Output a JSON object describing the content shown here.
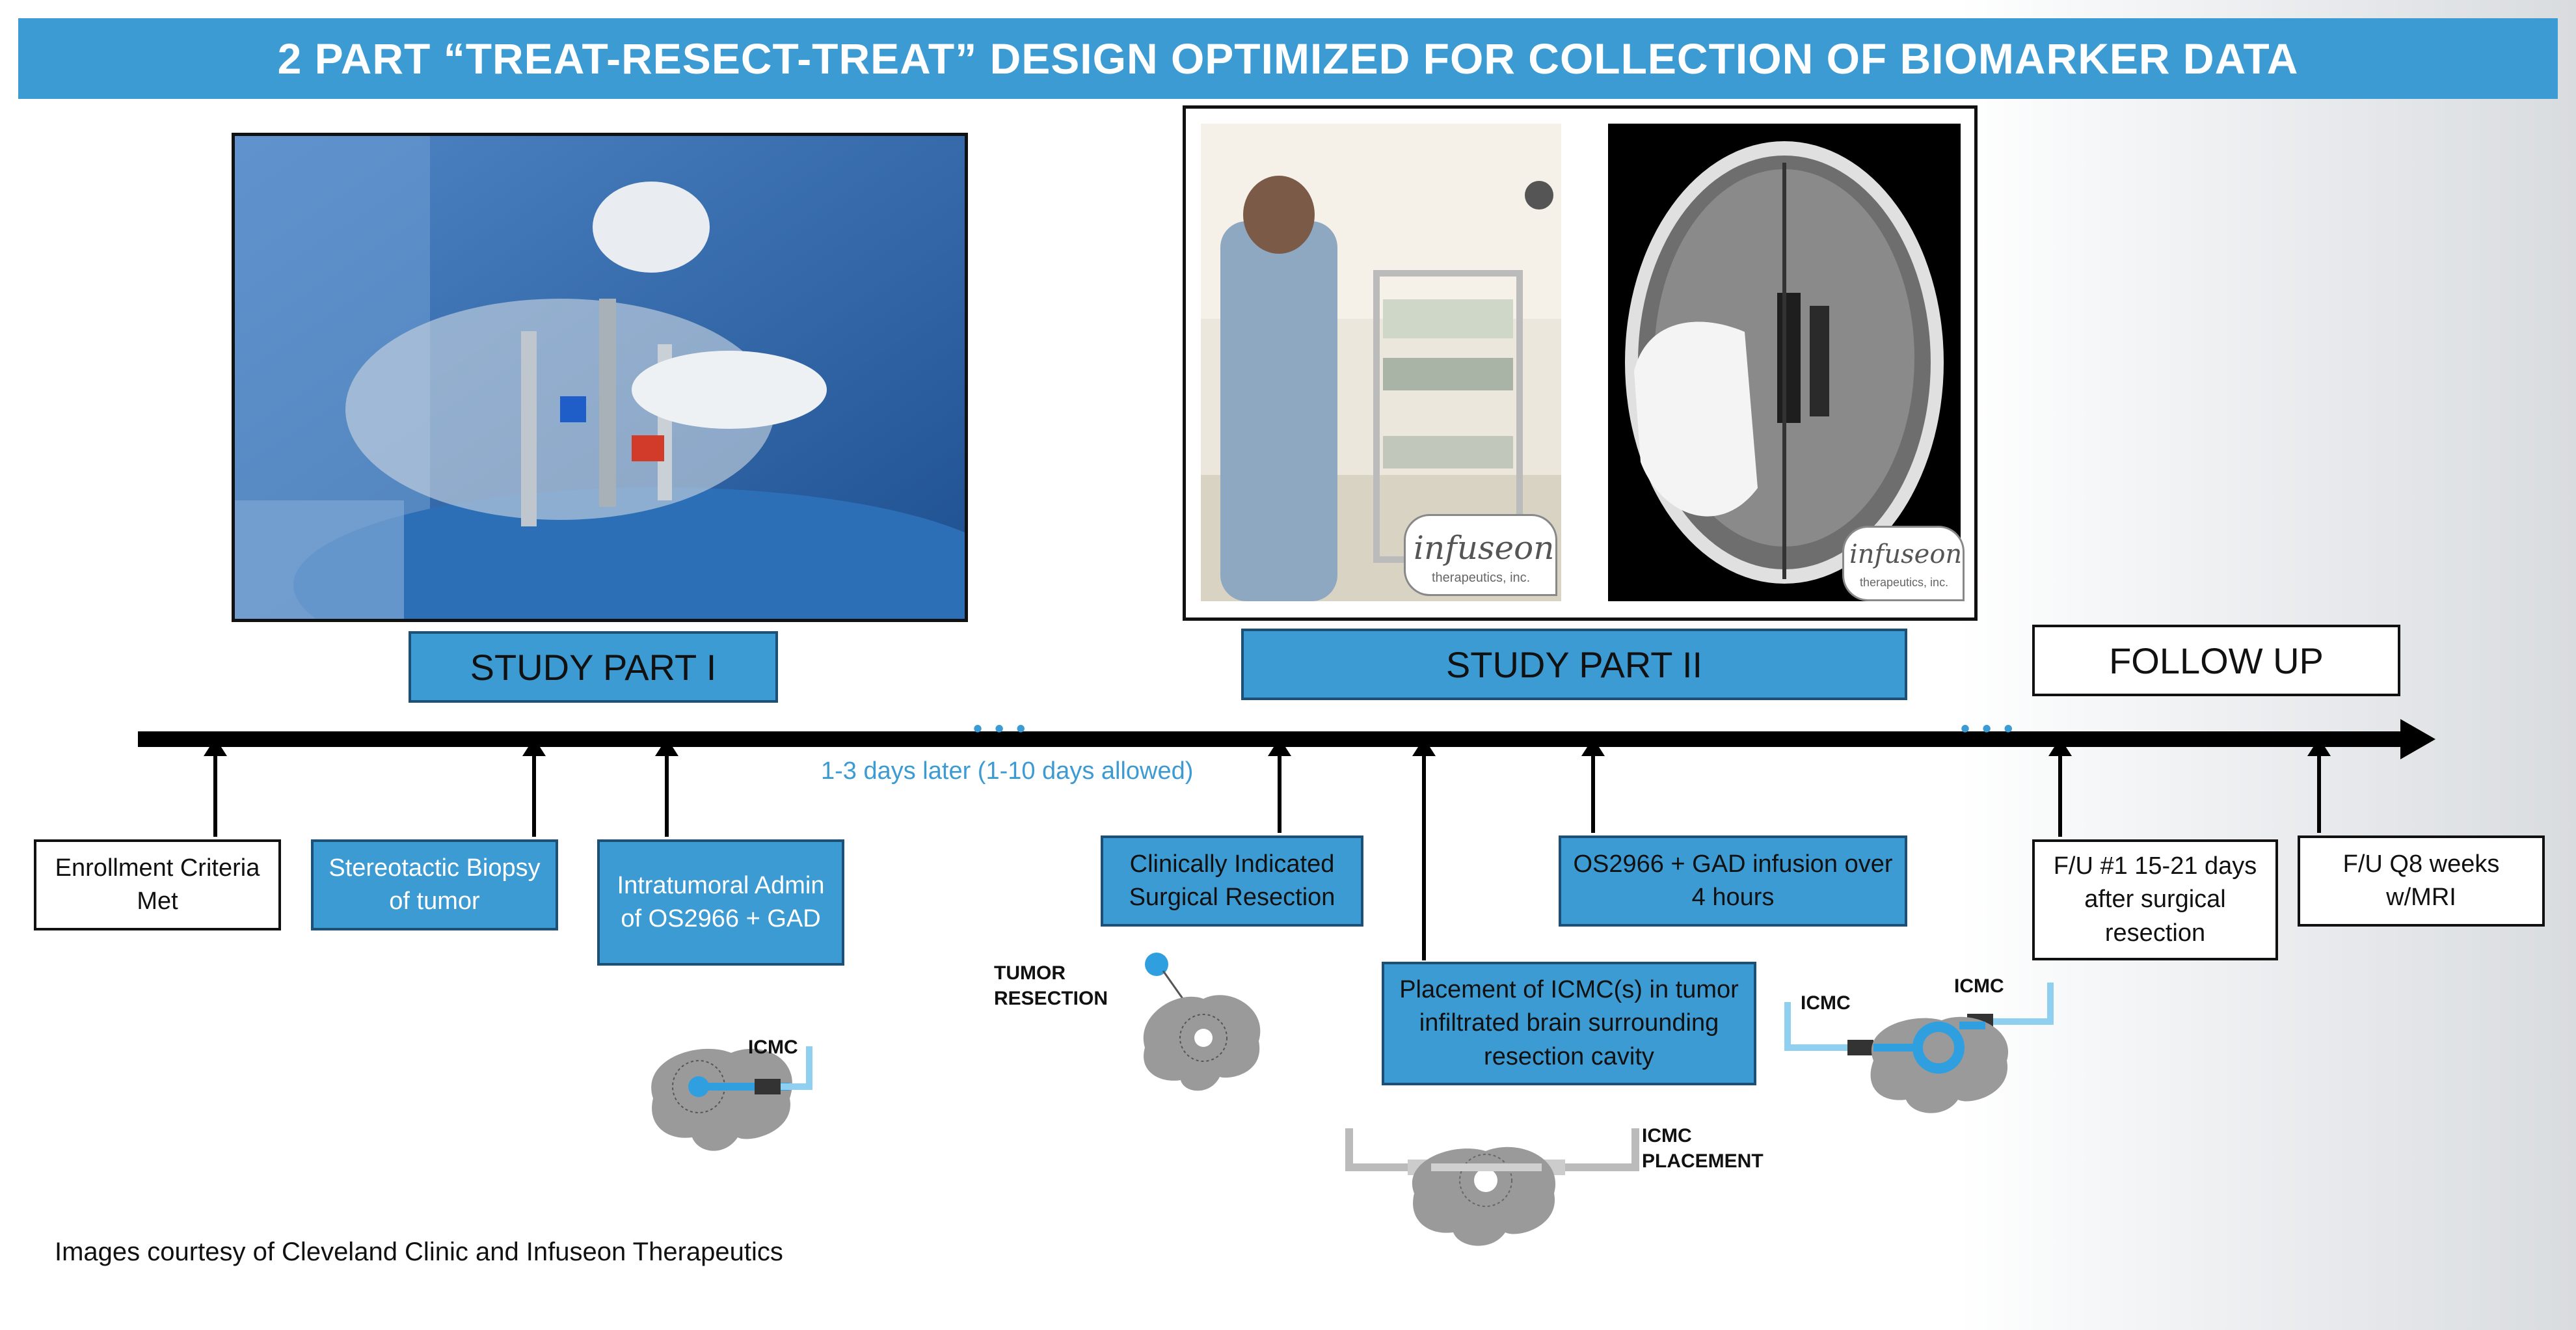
{
  "banner": {
    "title": "2 PART “TREAT-RESECT-TREAT” DESIGN OPTIMIZED FOR COLLECTION OF BIOMARKER DATA"
  },
  "parts": {
    "part1": "STUDY PART I",
    "part2": "STUDY PART II",
    "follow_up": "FOLLOW UP"
  },
  "timeline": {
    "gap_label": "1-3 days later (1-10 days allowed)",
    "dots": "• • •"
  },
  "events": {
    "enrollment": "Enrollment Criteria Met",
    "biopsy": "Stereotactic Biopsy of tumor",
    "admin": "Intratumoral Admin of OS2966 + GAD",
    "resection": "Clinically Indicated Surgical Resection",
    "placement": "Placement of ICMC(s) in tumor infiltrated brain surrounding resection cavity",
    "infusion": "OS2966 + GAD infusion over 4 hours",
    "fu1": "F/U #1 15-21 days after surgical resection",
    "fuq8": "F/U Q8 weeks w/MRI"
  },
  "brain_labels": {
    "icmc": "ICMC",
    "tumor_resection": "TUMOR RESECTION",
    "icmc_placement": "ICMC PLACEMENT"
  },
  "logo": {
    "name": "infuseon",
    "sub": "therapeutics, inc."
  },
  "credits": "Images courtesy of Cleveland Clinic and Infuseon Therapeutics",
  "colors": {
    "accent": "#3d9bd4",
    "dark_border": "#1e4f74"
  }
}
